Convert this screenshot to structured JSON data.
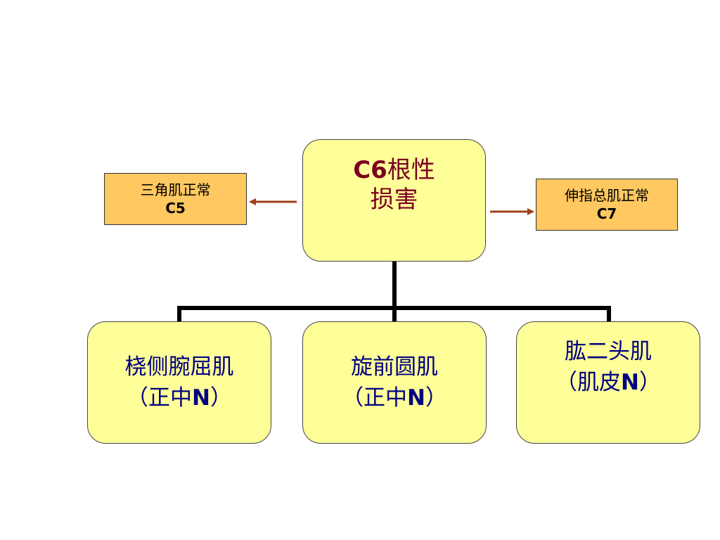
{
  "root": {
    "prefix": "C6",
    "line1_rest": "根性",
    "line2": "损害"
  },
  "left_box": {
    "line1": "三角肌正常",
    "line2": "C5"
  },
  "right_box": {
    "line1": "伸指总肌正常",
    "line2": "C7"
  },
  "children": [
    {
      "line1": "桡侧腕屈肌",
      "paren_open": "（正中",
      "nerve": "N",
      "paren_close": "）"
    },
    {
      "line1": "旋前圆肌",
      "paren_open": "（正中",
      "nerve": "N",
      "paren_close": "）"
    },
    {
      "line1": "肱二头肌",
      "paren_open": "（肌皮",
      "nerve": "N",
      "paren_close": "）"
    }
  ],
  "colors": {
    "node_fill": "#ffff99",
    "side_fill": "#ffc860",
    "root_text": "#7a0020",
    "child_text": "#000080",
    "arrow": "#a0401a",
    "connector": "#000000"
  }
}
